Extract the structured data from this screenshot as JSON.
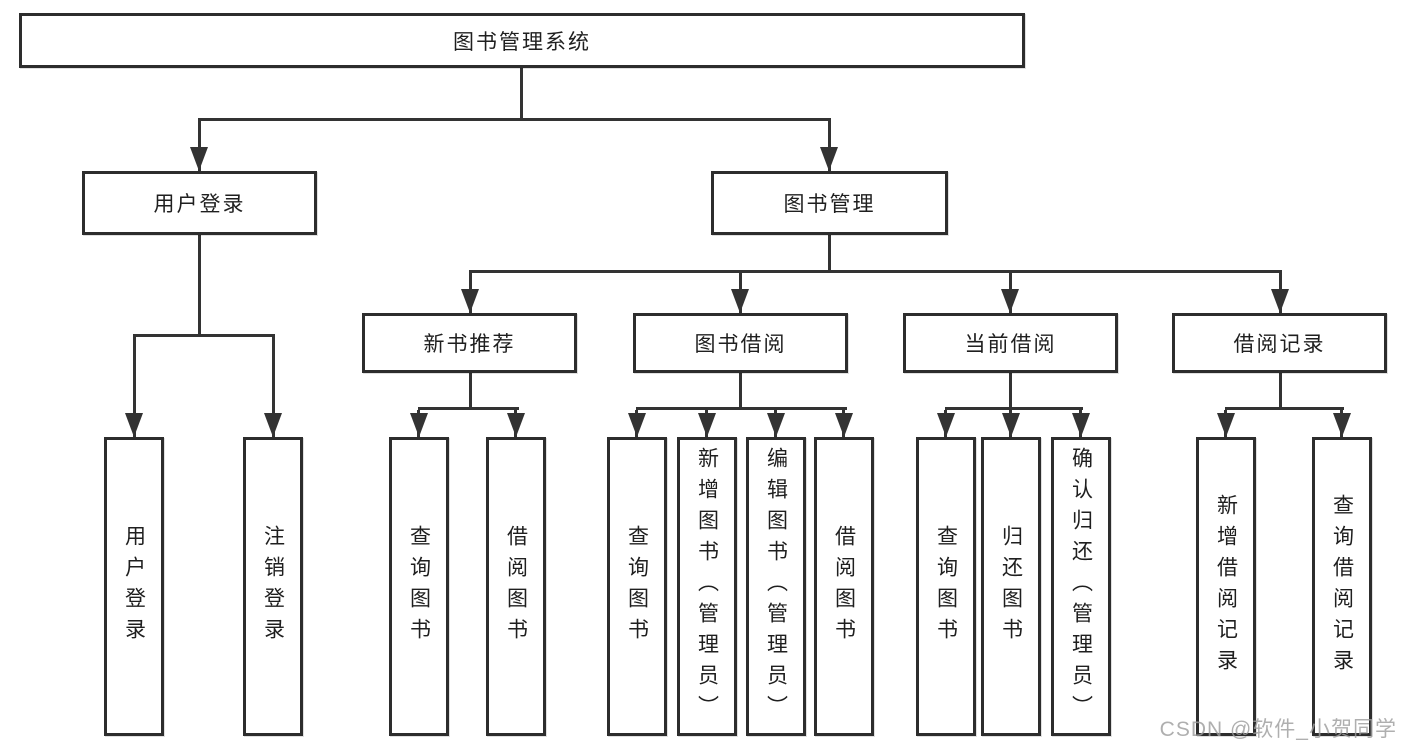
{
  "nodes": {
    "root": "图书管理系统",
    "user_login": "用户登录",
    "book_mgmt": "图书管理",
    "new_books": "新书推荐",
    "book_borrow": "图书借阅",
    "current_borrow": "当前借阅",
    "borrow_records": "借阅记录",
    "leaves": {
      "user_login": [
        "用户登录",
        "注销登录"
      ],
      "new_books": [
        "查询图书",
        "借阅图书"
      ],
      "book_borrow": [
        "查询图书",
        "新增图书（管理员）",
        "编辑图书（管理员）",
        "借阅图书"
      ],
      "current_borrow": [
        "查询图书",
        "归还图书",
        "确认归还（管理员）"
      ],
      "borrow_records": [
        "新增借阅记录",
        "查询借阅记录"
      ]
    }
  },
  "watermark": "CSDN @软件_小贺同学",
  "colors": {
    "line": "#333333",
    "border": "#2d2d2d",
    "text": "#1f1f1f",
    "background": "#ffffff",
    "watermark": "#9e9e9e"
  }
}
